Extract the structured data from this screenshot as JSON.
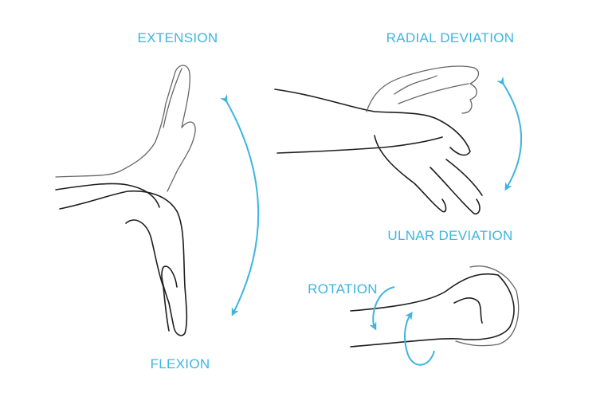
{
  "labels": {
    "extension": "EXTENSION",
    "radial_deviation": "RADIAL DEVIATION",
    "ulnar_deviation": "ULNAR DEVIATION",
    "rotation": "ROTATION",
    "flexion": "FLEXION"
  },
  "colors": {
    "accent": "#3db5e0",
    "ink": "#1e1e1e"
  }
}
